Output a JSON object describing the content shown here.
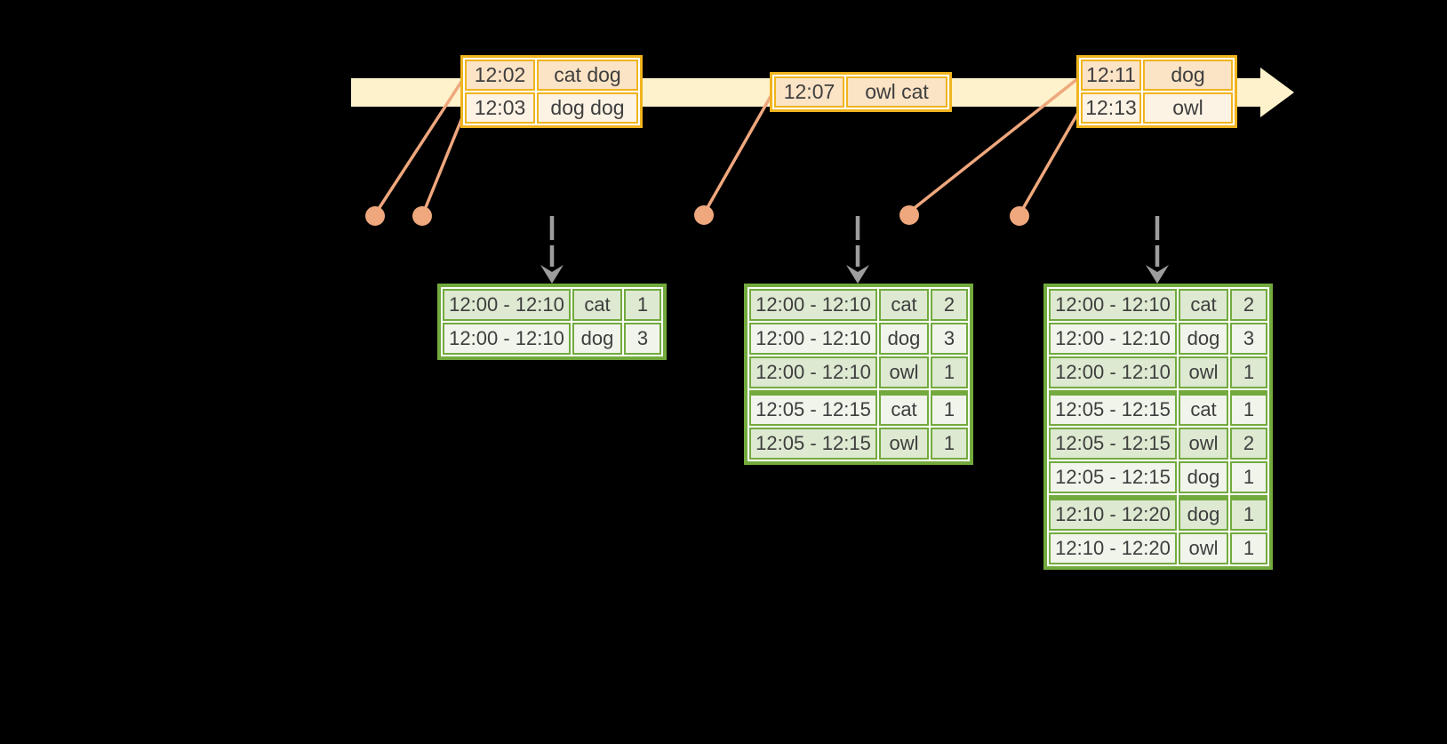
{
  "colors": {
    "bg": "#000000",
    "band": "#fdf2cb",
    "amber": "#f0b41e",
    "peach": "#fbe3c5",
    "cream": "#fdf3e4",
    "salmon": "#efa77d",
    "green": "#73aa3e",
    "green-row-dark": "#dde9d1",
    "green-row-light": "#f0f4eb",
    "gray": "#9d9d9d",
    "ink": "#3e3e3e",
    "white": "#ffffff"
  },
  "event_batches": [
    {
      "rows": [
        {
          "time": "12:02",
          "words": "cat dog"
        },
        {
          "time": "12:03",
          "words": "dog dog"
        }
      ]
    },
    {
      "rows": [
        {
          "time": "12:07",
          "words": "owl cat"
        }
      ]
    },
    {
      "rows": [
        {
          "time": "12:11",
          "words": "dog"
        },
        {
          "time": "12:13",
          "words": "owl"
        }
      ]
    }
  ],
  "result_tables": [
    {
      "rows": [
        {
          "window": "12:00 - 12:10",
          "word": "cat",
          "count": "1"
        },
        {
          "window": "12:00 - 12:10",
          "word": "dog",
          "count": "3"
        }
      ]
    },
    {
      "rows": [
        {
          "window": "12:00 - 12:10",
          "word": "cat",
          "count": "2"
        },
        {
          "window": "12:00 - 12:10",
          "word": "dog",
          "count": "3"
        },
        {
          "window": "12:00 - 12:10",
          "word": "owl",
          "count": "1"
        },
        {
          "window": "12:05 - 12:15",
          "word": "cat",
          "count": "1"
        },
        {
          "window": "12:05 - 12:15",
          "word": "owl",
          "count": "1"
        }
      ]
    },
    {
      "rows": [
        {
          "window": "12:00 - 12:10",
          "word": "cat",
          "count": "2"
        },
        {
          "window": "12:00 - 12:10",
          "word": "dog",
          "count": "3"
        },
        {
          "window": "12:00 - 12:10",
          "word": "owl",
          "count": "1"
        },
        {
          "window": "12:05 - 12:15",
          "word": "cat",
          "count": "1"
        },
        {
          "window": "12:05 - 12:15",
          "word": "owl",
          "count": "2"
        },
        {
          "window": "12:05 - 12:15",
          "word": "dog",
          "count": "1"
        },
        {
          "window": "12:10 - 12:20",
          "word": "dog",
          "count": "1"
        },
        {
          "window": "12:10 - 12:20",
          "word": "owl",
          "count": "1"
        }
      ]
    }
  ]
}
